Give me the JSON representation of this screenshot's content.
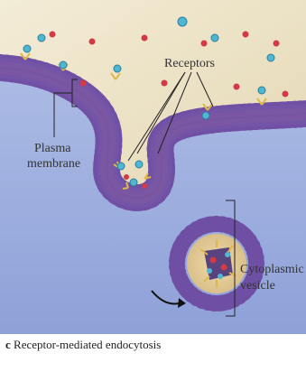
{
  "labels": {
    "receptors": "Receptors",
    "plasma_membrane_line1": "Plasma",
    "plasma_membrane_line2": "membrane",
    "vesicle_line1": "Cytoplasmic",
    "vesicle_line2": "vesicle"
  },
  "caption": {
    "letter": "c",
    "text": "Receptor-mediated endocytosis"
  },
  "colors": {
    "extracellular": "#ece3c8",
    "cytoplasm": "#a9b8e2",
    "membrane_core": "#d88f8d",
    "lipid_head": "#8b69b8",
    "receptor": "#e0b84a",
    "ligand_blue": "#4fb6d4",
    "ligand_red": "#d23a46"
  }
}
